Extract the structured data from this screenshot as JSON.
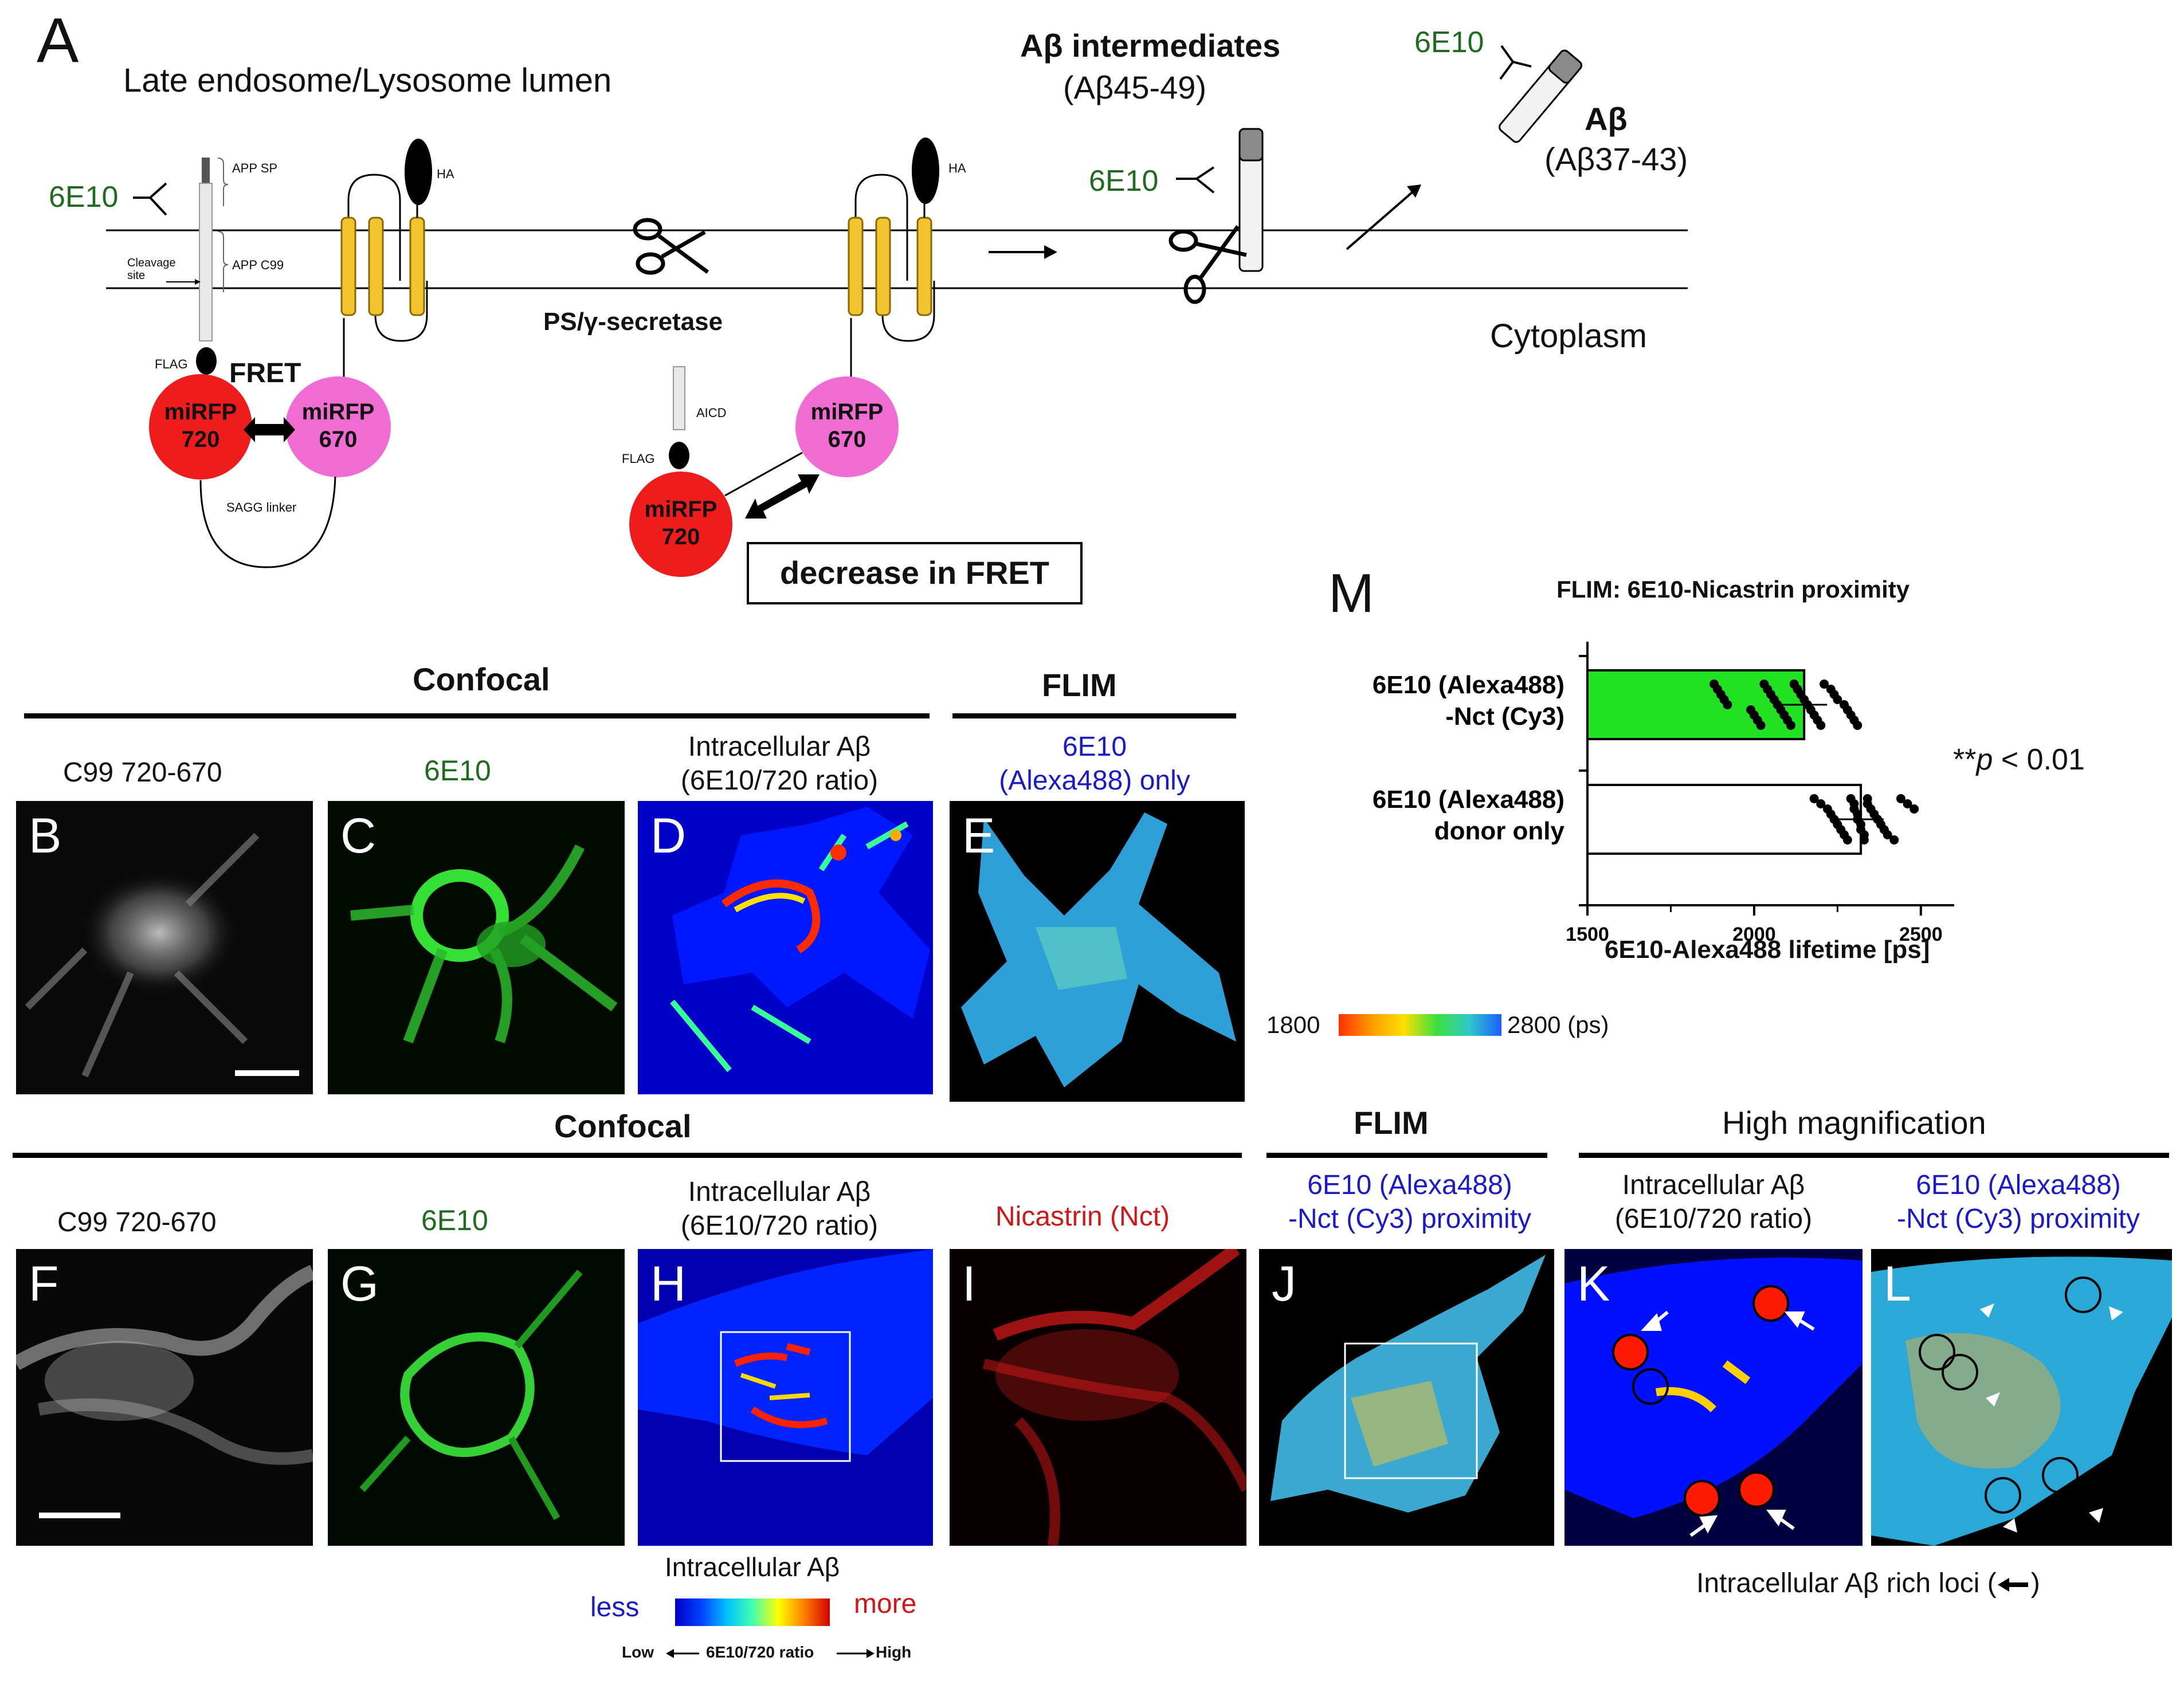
{
  "panelA": {
    "letter": "A",
    "lumen_label": "Late endosome/Lysosome lumen",
    "cytoplasm_label": "Cytoplasm",
    "ab6e10_left": "6E10",
    "ab6e10_mid": "6E10",
    "ab6e10_right": "6E10",
    "app_sp": "APP SP",
    "app_c99": "APP C99",
    "cleavage_site": "Cleavage site",
    "flag1": "FLAG",
    "flag2": "FLAG",
    "fret": "FRET",
    "ha1": "HA",
    "ha2": "HA",
    "mirfp720_1": "miRFP 720",
    "mirfp670_1": "miRFP 670",
    "mirfp720_2": "miRFP 720",
    "mirfp670_2": "miRFP 670",
    "sagg": "SAGG linker",
    "ps_secretase": "PS/γ-secretase",
    "aicd": "AICD",
    "decrease_fret": "decrease in FRET",
    "intermediates_title": "Aβ  intermediates",
    "intermediates_range": "(Aβ45-49)",
    "ab_title": "Aβ",
    "ab_range": "(Aβ37-43)"
  },
  "row1": {
    "confocal_header": "Confocal",
    "flim_header": "FLIM",
    "B": {
      "letter": "B",
      "title": "C99 720-670"
    },
    "C": {
      "letter": "C",
      "title": "6E10"
    },
    "D": {
      "letter": "D",
      "title_line1": "Intracellular Aβ",
      "title_line2": "(6E10/720 ratio)"
    },
    "E": {
      "letter": "E",
      "title_line1": "6E10",
      "title_line2": "(Alexa488) only"
    }
  },
  "flim_scale": {
    "min": "1800",
    "max": "2800 (ps)"
  },
  "row2": {
    "confocal_header": "Confocal",
    "flim_header": "FLIM",
    "highmag_header": "High magnification",
    "F": {
      "letter": "F",
      "title": "C99 720-670"
    },
    "G": {
      "letter": "G",
      "title": "6E10"
    },
    "H": {
      "letter": "H",
      "title_line1": "Intracellular Aβ",
      "title_line2": "(6E10/720 ratio)"
    },
    "I": {
      "letter": "I",
      "title": "Nicastrin (Nct)"
    },
    "J": {
      "letter": "J",
      "title_line1": "6E10 (Alexa488)",
      "title_line2": "-Nct (Cy3) proximity"
    },
    "K": {
      "letter": "K",
      "title_line1": "Intracellular Aβ",
      "title_line2": "(6E10/720 ratio)"
    },
    "L": {
      "letter": "L",
      "title_line1": "6E10 (Alexa488)",
      "title_line2": "-Nct (Cy3) proximity"
    },
    "rich_loci": "Intracellular Aβ rich loci (",
    "rich_loci_end": ")"
  },
  "ratio_scale": {
    "title": "Intracellular  Aβ",
    "less": "less",
    "more": "more",
    "low": "Low",
    "mid": "6E10/720 ratio",
    "high": "High"
  },
  "chart_data": {
    "type": "bar",
    "letter": "M",
    "title": "FLIM: 6E10-Nicastrin proximity",
    "xlabel": "6E10-Alexa488 lifetime [ps]",
    "xlim": [
      1500,
      2600
    ],
    "xticks": [
      "1500",
      "2000",
      "2500"
    ],
    "categories": [
      {
        "line1": "6E10 (Alexa488)",
        "line2": "-Nct (Cy3)"
      },
      {
        "line1": "6E10 (Alexa488)",
        "line2": "donor only"
      }
    ],
    "values": [
      2150,
      2320
    ],
    "bar_colors": [
      "#22e022",
      "#ffffff"
    ],
    "significance_prefix": "**",
    "significance_p": "p",
    "significance_rest": " < 0.01",
    "points_1": [
      1880,
      1890,
      1900,
      1910,
      1920,
      1990,
      2000,
      2010,
      2020,
      2030,
      2040,
      2050,
      2060,
      2070,
      2080,
      2090,
      2100,
      2110,
      2120,
      2130,
      2140,
      2150,
      2160,
      2170,
      2180,
      2190,
      2200,
      2210,
      2230,
      2240,
      2250,
      2270,
      2280,
      2290,
      2300,
      2310
    ],
    "points_2": [
      2180,
      2200,
      2220,
      2230,
      2240,
      2250,
      2260,
      2270,
      2280,
      2290,
      2300,
      2300,
      2310,
      2310,
      2320,
      2320,
      2330,
      2330,
      2340,
      2340,
      2350,
      2360,
      2370,
      2380,
      2390,
      2400,
      2420,
      2440,
      2460,
      2480
    ]
  }
}
